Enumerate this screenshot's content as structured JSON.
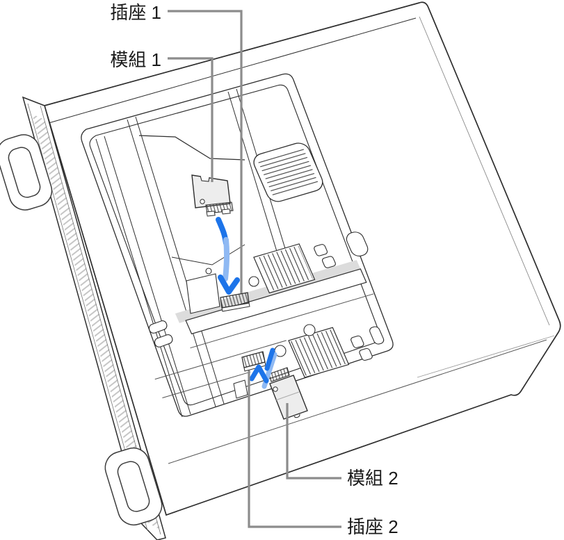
{
  "diagram": {
    "kind": "technical-illustration",
    "labels": {
      "socket1": "插座 1",
      "module1": "模組 1",
      "module2": "模組 2",
      "socket2": "插座 2"
    },
    "colors": {
      "arrow_dark": "#1D74E9",
      "arrow_light": "#8FB9F3",
      "callout_gray": "#8C8C8C",
      "line_ink": "#2E2E2E",
      "module_fill": "#EDEDED"
    }
  }
}
